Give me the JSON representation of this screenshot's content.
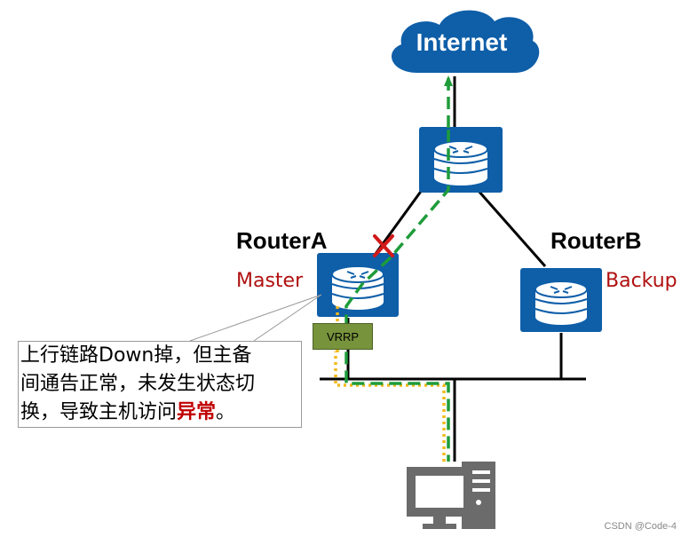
{
  "internet": {
    "label": "Internet"
  },
  "routers": {
    "a": {
      "name": "RouterA",
      "role": "Master"
    },
    "b": {
      "name": "RouterB",
      "role": "Backup"
    }
  },
  "vrrp": {
    "label": "VRRP"
  },
  "callout": {
    "line1": "上行链路Down掉，但主备",
    "line2": "间通告正常，未发生状态切",
    "line3_prefix": "换，导致主机访问",
    "line3_highlight": "异常",
    "line3_suffix": "。"
  },
  "watermark": "CSDN @Code-4",
  "colors": {
    "device_blue": "#0e5ea8",
    "role_red": "#b01010",
    "path_green": "#1e9c3a",
    "path_yellow": "#f2b91d",
    "failure_red": "#d11a1a",
    "vrrp_green": "#77933c"
  }
}
